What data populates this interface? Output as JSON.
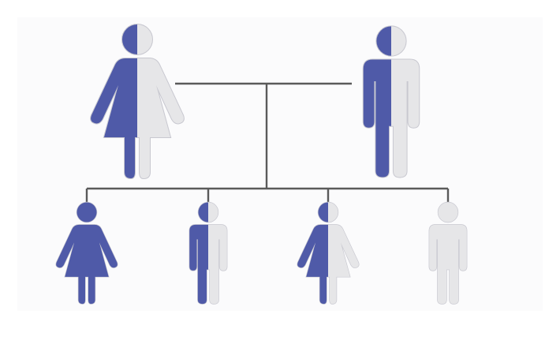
{
  "colors": {
    "affected": "#4f5aa8",
    "unaffected": "#e6e6e8",
    "outline": "#c8c8d0",
    "line": "#5a5a5a",
    "background": "#ffffff"
  },
  "parents": [
    {
      "id": "mother",
      "sex": "female",
      "status": "carrier",
      "icon": "female-carrier-icon"
    },
    {
      "id": "father",
      "sex": "male",
      "status": "carrier",
      "icon": "male-carrier-icon"
    }
  ],
  "children": [
    {
      "id": "daughter-1",
      "sex": "female",
      "status": "affected",
      "icon": "female-affected-icon"
    },
    {
      "id": "son-1",
      "sex": "male",
      "status": "carrier",
      "icon": "male-carrier-icon"
    },
    {
      "id": "daughter-2",
      "sex": "female",
      "status": "carrier",
      "icon": "female-carrier-icon"
    },
    {
      "id": "son-2",
      "sex": "male",
      "status": "unaffected",
      "icon": "male-unaffected-icon"
    }
  ]
}
